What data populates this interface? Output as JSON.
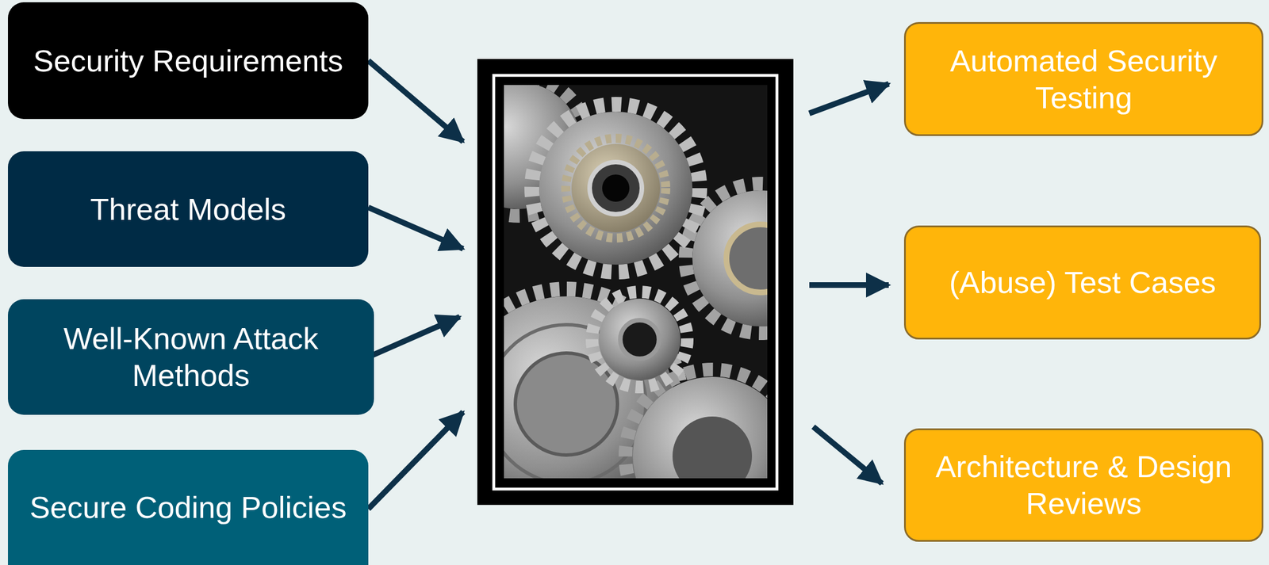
{
  "diagram": {
    "nodes": [
      {
        "text": [
          "Security Requirements"
        ]
      },
      {
        "text": [
          "Threat Models"
        ]
      },
      {
        "text": [
          "Well-Known Attack Methods"
        ]
      },
      {
        "text": [
          "Secure Coding Policies"
        ]
      },
      {
        "text": [
          "Automated Security Testing"
        ]
      },
      {
        "text": [
          "(Abuse) Test Cases"
        ]
      },
      {
        "text": [
          "Architecture & Design Reviews"
        ]
      }
    ]
  }
}
